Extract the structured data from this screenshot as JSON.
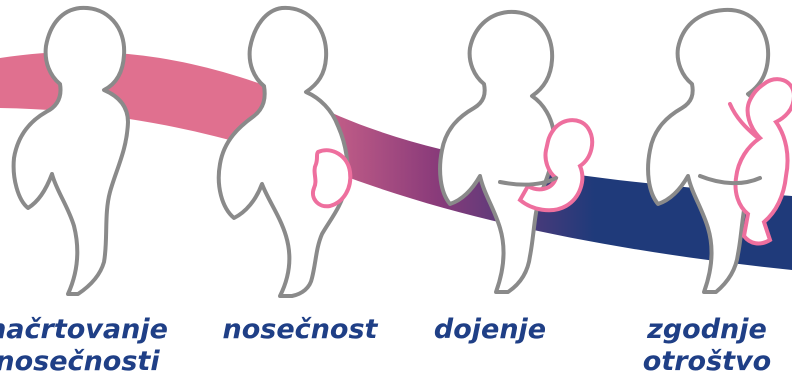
{
  "stages": [
    {
      "id": "planning",
      "lines": [
        "načrtovanje",
        "nosečnosti"
      ],
      "icon": "woman-silhouette-icon"
    },
    {
      "id": "pregnancy",
      "lines": [
        "nosečnost"
      ],
      "icon": "pregnant-woman-icon"
    },
    {
      "id": "breastfeeding",
      "lines": [
        "dojenje"
      ],
      "icon": "breastfeeding-woman-icon"
    },
    {
      "id": "early_childhood",
      "lines": [
        "zgodnje",
        "otroštvo"
      ],
      "icon": "woman-holding-child-icon"
    }
  ],
  "colors": {
    "ribbon_start": "#e0708f",
    "ribbon_mid": "#8a3b7a",
    "ribbon_end": "#1f3a7a",
    "label_text": "#1f3f86",
    "silhouette_stroke": "#8a8a8a",
    "baby_stroke": "#ee6f9e"
  }
}
